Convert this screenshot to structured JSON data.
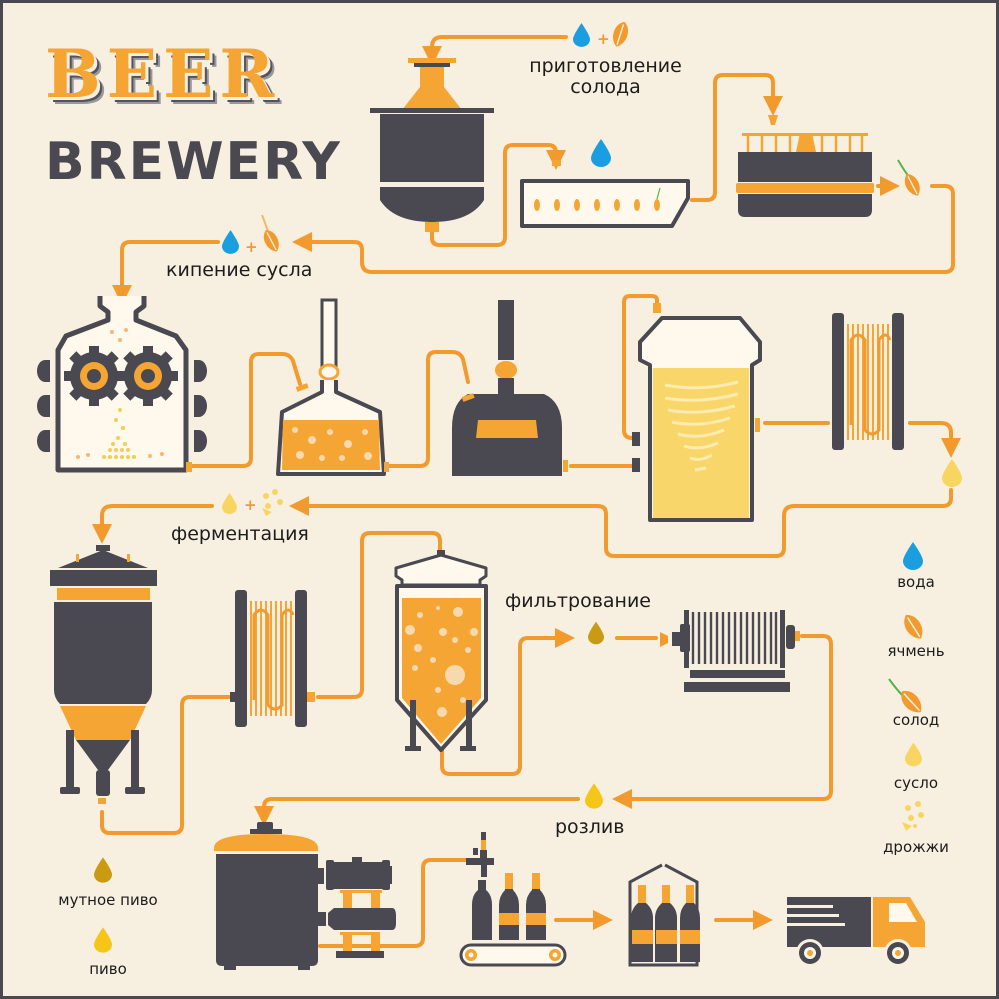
{
  "title": {
    "line1": "BEER",
    "line2": "BREWERY"
  },
  "colors": {
    "background": "#f7f0e1",
    "frame": "#4a4850",
    "pipe_orange": "#f19a2e",
    "accent_orange": "#f4a533",
    "machine_dark": "#4a4850",
    "water_blue": "#1a9ee0",
    "wort_yellow": "#f7d560",
    "cloudy_beer": "#c99a12",
    "beer": "#f5c518"
  },
  "steps": [
    {
      "id": "malting",
      "label_line1": "приготовление",
      "label_line2": "солода",
      "inputs": [
        "water-drop-icon",
        "barley-icon"
      ]
    },
    {
      "id": "wort_boiling",
      "label": "кипение сусла",
      "inputs": [
        "water-drop-icon",
        "malt-icon"
      ]
    },
    {
      "id": "fermentation",
      "label": "ферментация",
      "inputs": [
        "wort-drop-icon",
        "yeast-icon"
      ]
    },
    {
      "id": "filtration",
      "label": "фильтрование",
      "inputs": [
        "cloudy-beer-drop-icon"
      ]
    },
    {
      "id": "bottling",
      "label": "розлив",
      "inputs": [
        "beer-drop-icon"
      ]
    }
  ],
  "legend": {
    "items": [
      {
        "icon": "water-drop-icon",
        "label": "вода"
      },
      {
        "icon": "barley-icon",
        "label": "ячмень"
      },
      {
        "icon": "malt-icon",
        "label": "солод"
      },
      {
        "icon": "wort-drop-icon",
        "label": "сусло"
      },
      {
        "icon": "yeast-icon",
        "label": "дрожжи"
      }
    ],
    "beer_items": [
      {
        "icon": "cloudy-beer-drop-icon",
        "label": "мутное пиво"
      },
      {
        "icon": "beer-drop-icon",
        "label": "пиво"
      }
    ]
  }
}
